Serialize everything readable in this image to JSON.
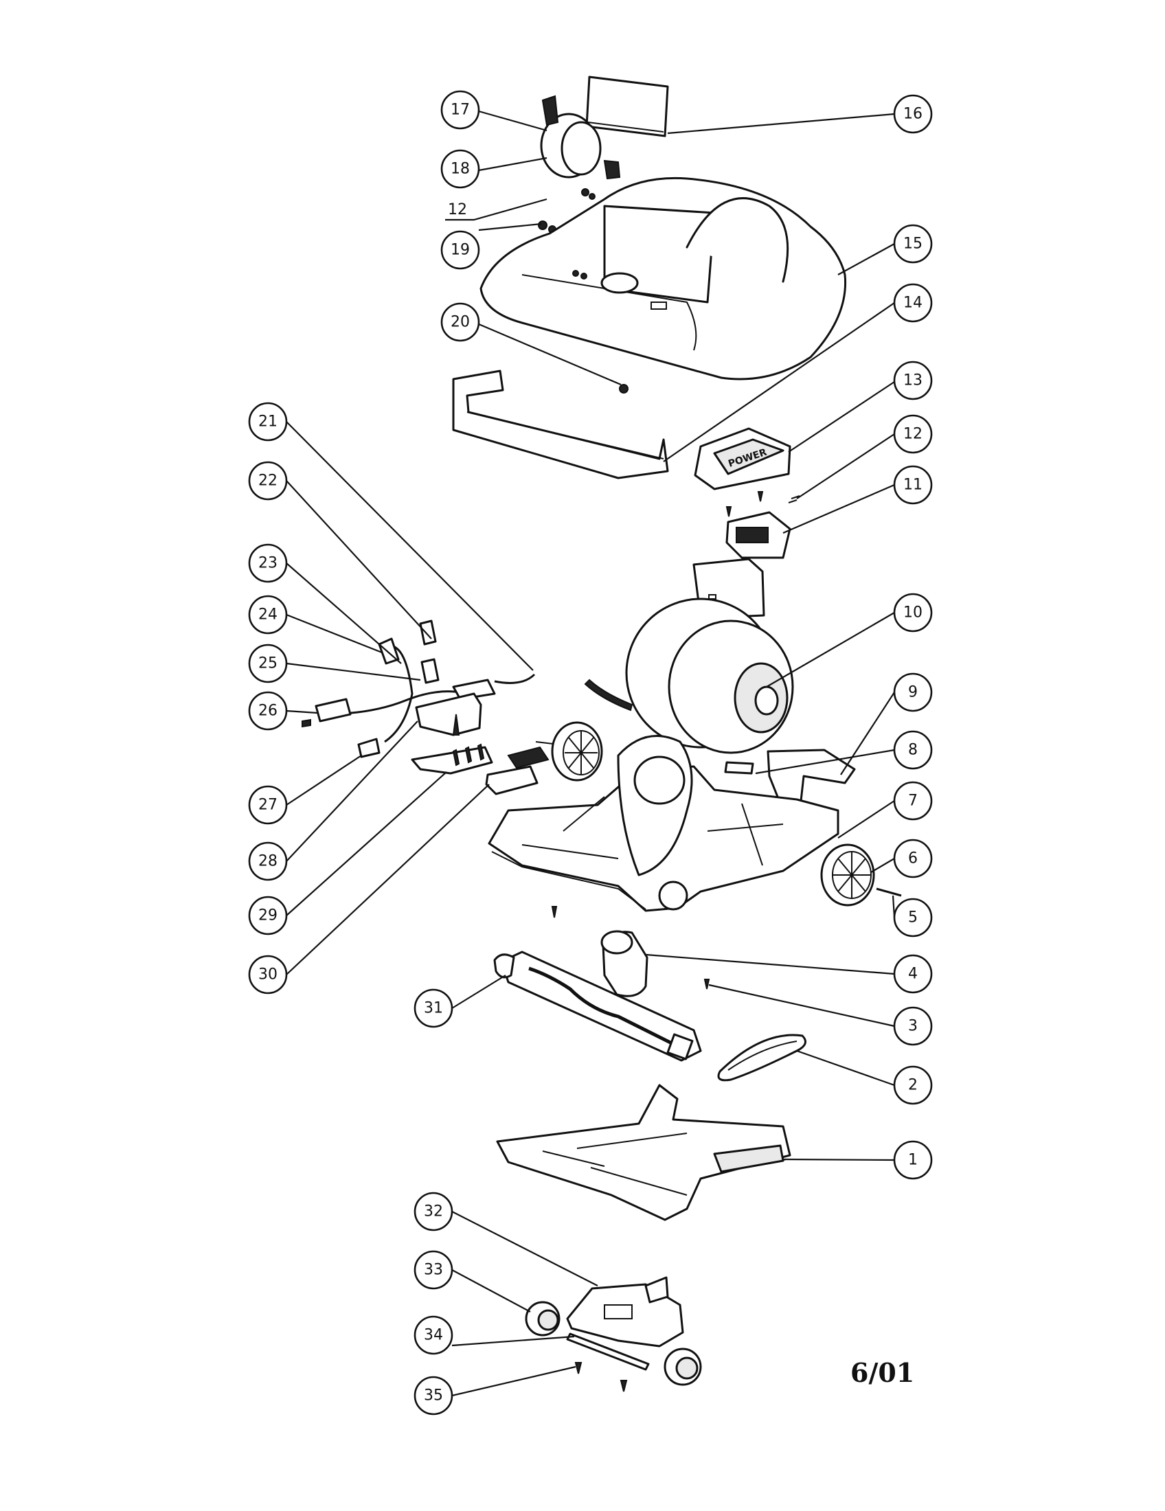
{
  "diagram": {
    "callouts": [
      {
        "id": "1",
        "label": "1"
      },
      {
        "id": "2",
        "label": "2"
      },
      {
        "id": "3",
        "label": "3"
      },
      {
        "id": "4",
        "label": "4"
      },
      {
        "id": "5",
        "label": "5"
      },
      {
        "id": "6",
        "label": "6"
      },
      {
        "id": "7",
        "label": "7"
      },
      {
        "id": "8",
        "label": "8"
      },
      {
        "id": "9",
        "label": "9"
      },
      {
        "id": "10",
        "label": "10"
      },
      {
        "id": "11",
        "label": "11"
      },
      {
        "id": "12",
        "label": "12"
      },
      {
        "id": "13",
        "label": "13"
      },
      {
        "id": "14",
        "label": "14"
      },
      {
        "id": "15",
        "label": "15"
      },
      {
        "id": "16",
        "label": "16"
      },
      {
        "id": "17",
        "label": "17"
      },
      {
        "id": "18",
        "label": "18"
      },
      {
        "id": "19",
        "label": "19"
      },
      {
        "id": "20",
        "label": "20"
      },
      {
        "id": "21",
        "label": "21"
      },
      {
        "id": "22",
        "label": "22"
      },
      {
        "id": "23",
        "label": "23"
      },
      {
        "id": "24",
        "label": "24"
      },
      {
        "id": "25",
        "label": "25"
      },
      {
        "id": "26",
        "label": "26"
      },
      {
        "id": "27",
        "label": "27"
      },
      {
        "id": "28",
        "label": "28"
      },
      {
        "id": "29",
        "label": "29"
      },
      {
        "id": "30",
        "label": "30"
      },
      {
        "id": "31",
        "label": "31"
      },
      {
        "id": "32",
        "label": "32"
      },
      {
        "id": "33",
        "label": "33"
      },
      {
        "id": "34",
        "label": "34"
      },
      {
        "id": "35",
        "label": "35"
      }
    ],
    "plain_label": "12",
    "date_stamp": "6/01",
    "power_text": "POWER"
  }
}
